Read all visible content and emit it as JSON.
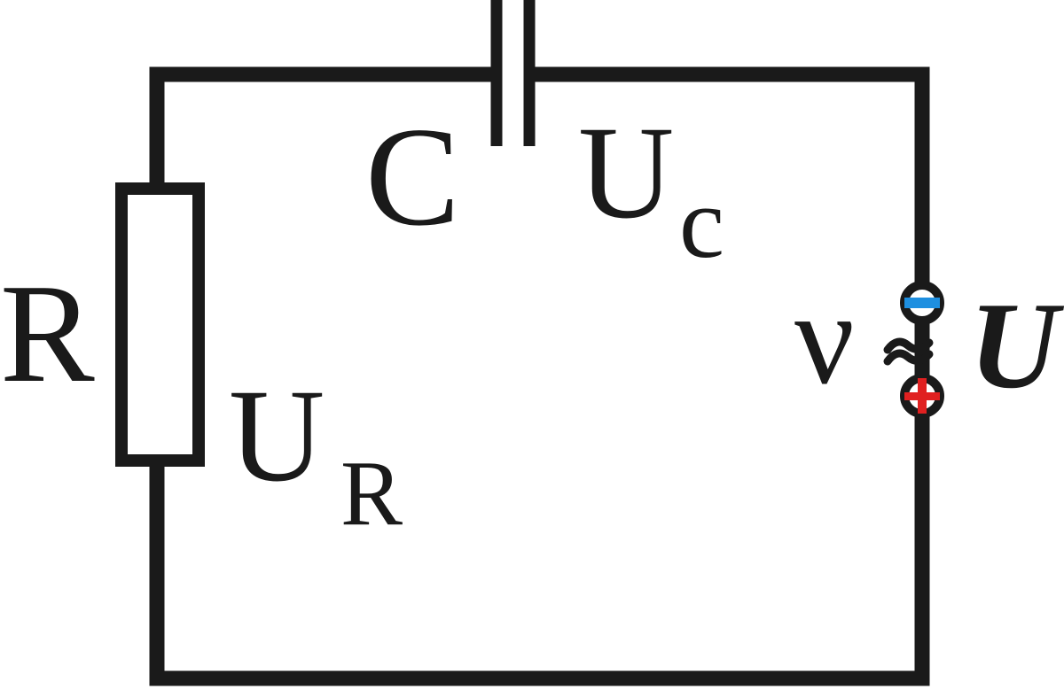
{
  "labels": {
    "capacitor": "C",
    "capacitor_voltage_main": "U",
    "capacitor_voltage_sub": "c",
    "resistor": "R",
    "resistor_voltage_main": "U",
    "resistor_voltage_sub": "R",
    "frequency": "ν",
    "source_voltage": "U"
  },
  "colors": {
    "wire": "#1a1a1a",
    "negative_terminal": "#1e8fe0",
    "positive_terminal": "#e02020"
  },
  "icons": {
    "source": "ac-source-icon",
    "negative": "minus-terminal-icon",
    "positive": "plus-terminal-icon"
  }
}
